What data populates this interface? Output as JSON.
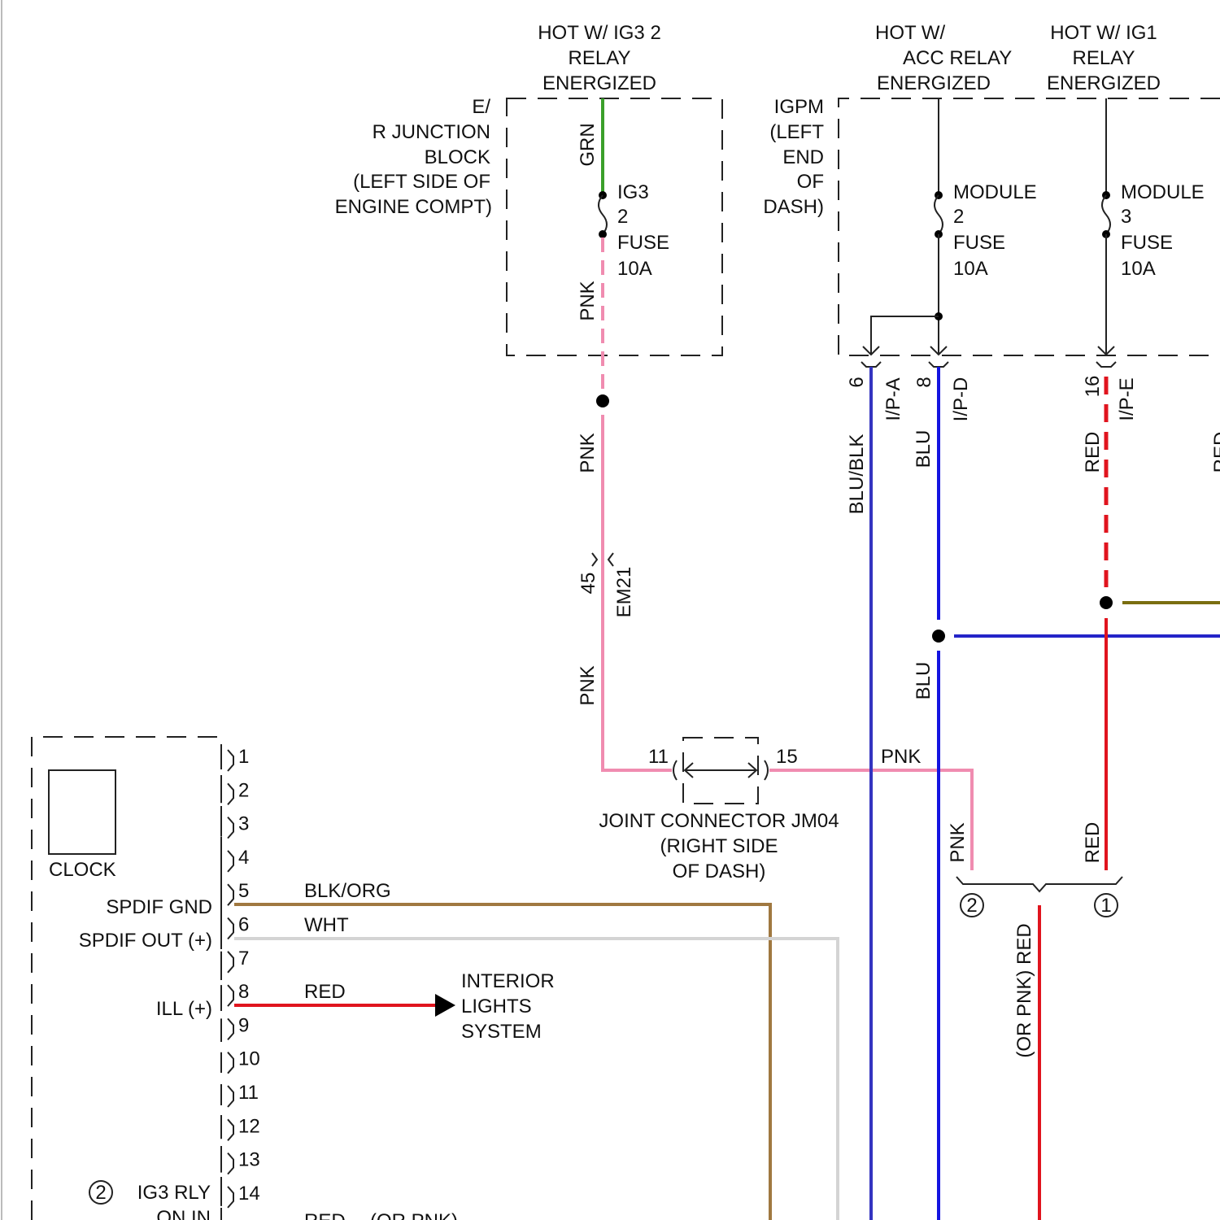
{
  "colors": {
    "grn": "#3aa02a",
    "pnk": "#f08cb0",
    "blu": "#1414e0",
    "blublk": "#3434c0",
    "red": "#e0141e",
    "wht": "#d4d4d4",
    "blkorg": "#a07840",
    "olive": "#7a6e10"
  },
  "sources": {
    "ig3": [
      "HOT W/ IG3 2",
      "RELAY",
      "ENERGIZED"
    ],
    "acc": [
      "HOT W/",
      "ACC RELAY",
      "ENERGIZED"
    ],
    "ig1": [
      "HOT W/ IG1",
      "RELAY",
      "ENERGIZED"
    ]
  },
  "er_block": [
    "E/",
    "R JUNCTION",
    "BLOCK",
    "(LEFT SIDE OF",
    "ENGINE COMPT)"
  ],
  "igpm": [
    "IGPM",
    "(LEFT",
    "END",
    "OF",
    "DASH)"
  ],
  "fuses": {
    "ig3": [
      "IG3",
      "2",
      "FUSE",
      "10A"
    ],
    "module2": [
      "MODULE",
      "2",
      "FUSE",
      "10A"
    ],
    "module3": [
      "MODULE",
      "3",
      "FUSE",
      "10A"
    ]
  },
  "wires": {
    "grn": "GRN",
    "pnk": "PNK",
    "blublk": "BLU/BLK",
    "blu": "BLU",
    "red": "RED",
    "blkorg": "BLK/ORG",
    "wht": "WHT",
    "or_pnk_red": "(OR PNK) RED",
    "red_or_pnk": "RED",
    "or_pnk": "(OR PNK)"
  },
  "connectors": {
    "em21": "EM21",
    "em21_pin": "45",
    "ipa": "I/P-A",
    "ipa_pin": "6",
    "ipd": "I/P-D",
    "ipd_pin": "8",
    "ipe": "I/P-E",
    "ipe_pin": "16",
    "jm04_in": "11",
    "jm04_out": "15"
  },
  "joint_connector": [
    "JOINT CONNECTOR JM04",
    "(RIGHT SIDE",
    "OF DASH)"
  ],
  "clock": {
    "title": "CLOCK",
    "pins": [
      "1",
      "2",
      "3",
      "4",
      "5",
      "6",
      "7",
      "8",
      "9",
      "10",
      "11",
      "12",
      "13",
      "14"
    ],
    "spdif_gnd": "SPDIF GND",
    "spdif_out": "SPDIF OUT (+)",
    "ill": "ILL (+)",
    "ig3_rly": "IG3 RLY",
    "on_in": "ON IN",
    "ig3_circle": "2"
  },
  "interior": [
    "INTERIOR",
    "LIGHTS",
    "SYSTEM"
  ],
  "splice": {
    "c2": "2",
    "c1": "1"
  }
}
